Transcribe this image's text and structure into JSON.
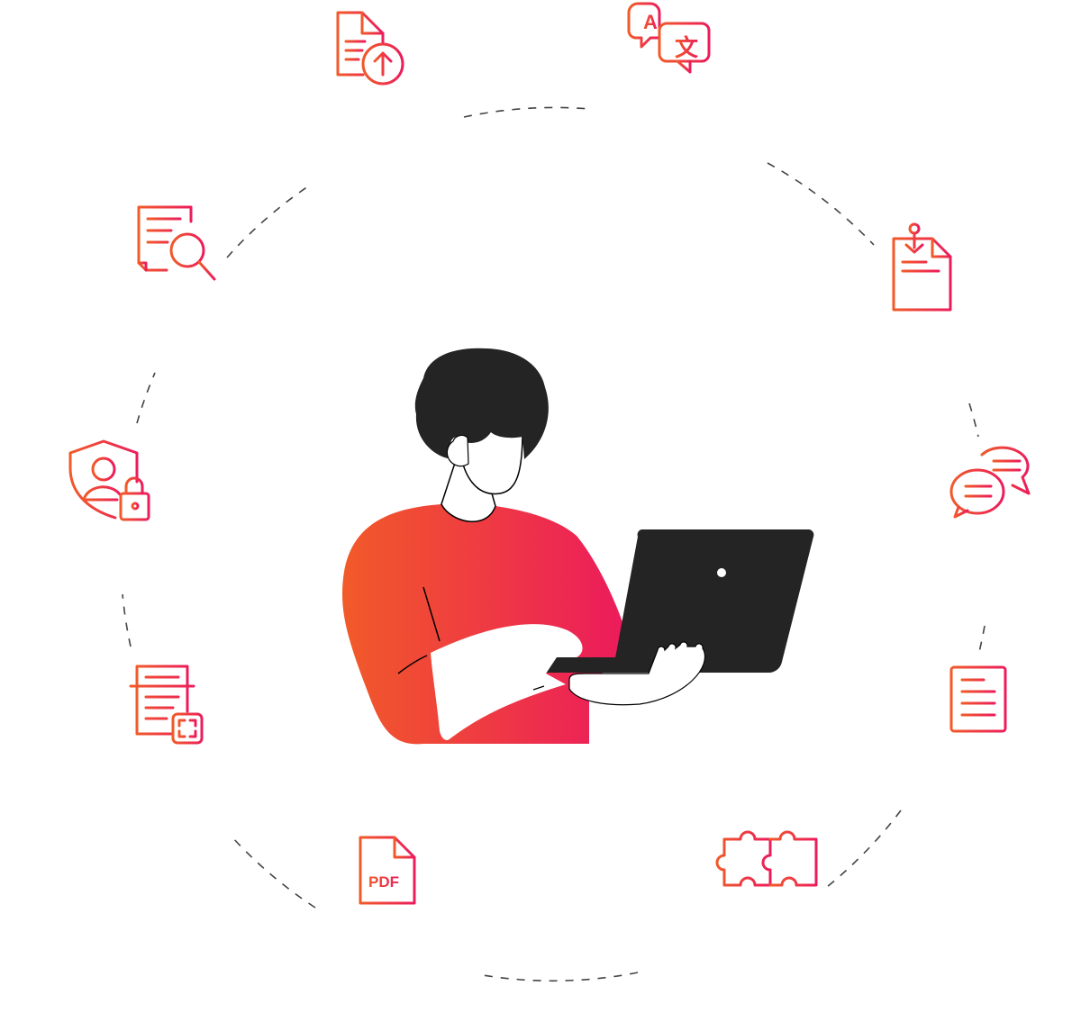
{
  "colors": {
    "gradient_start": "#F15A29",
    "gradient_end": "#EC1C5B",
    "dark": "#242424"
  },
  "icons": {
    "translate": {
      "letter_a": "A",
      "letter_zh": "文"
    },
    "pdf": {
      "label": "PDF"
    }
  }
}
